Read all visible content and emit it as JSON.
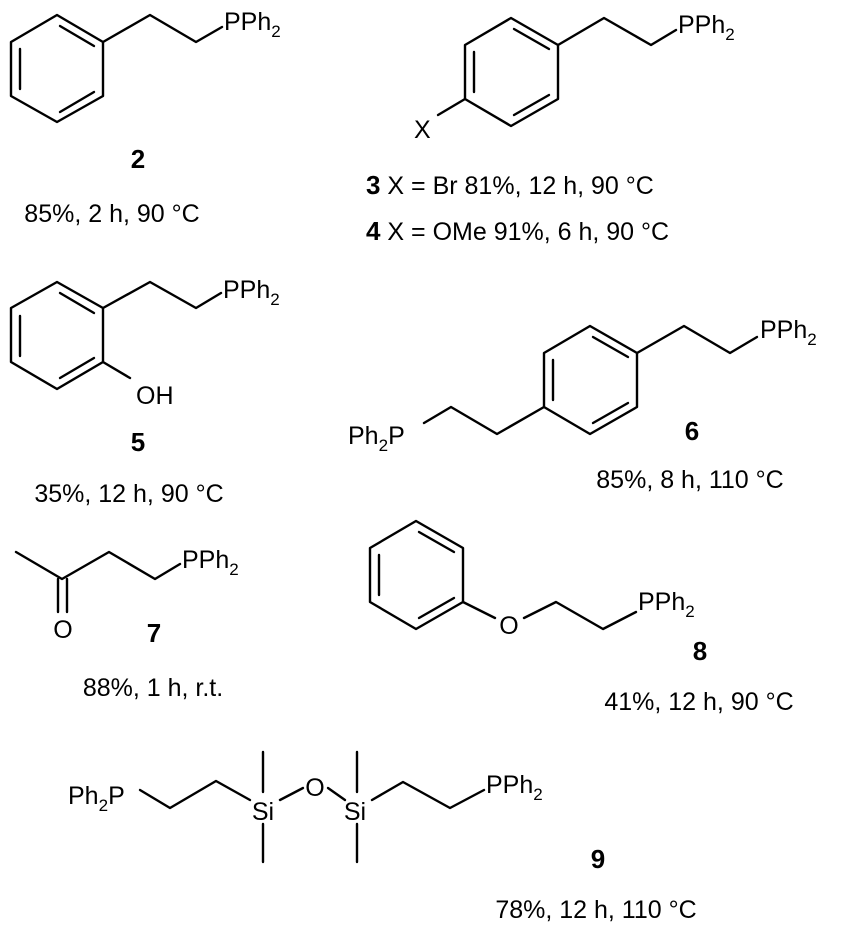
{
  "labels": {
    "pph2": "PPh",
    "ph2p_ph": "Ph",
    "ph2p_p": "P",
    "sub2": "2",
    "x": "X",
    "oh": "OH",
    "o": "O",
    "si": "Si"
  },
  "compounds": {
    "c2": {
      "number": "2",
      "conditions": "85%, 2 h, 90 °C"
    },
    "c3": {
      "number": "3",
      "conditions": " X = Br 81%, 12 h, 90 °C"
    },
    "c4": {
      "number": "4",
      "conditions": " X = OMe 91%, 6 h, 90 °C"
    },
    "c5": {
      "number": "5",
      "conditions": "35%, 12 h, 90 °C"
    },
    "c6": {
      "number": "6",
      "conditions": "85%, 8 h, 110 °C"
    },
    "c7": {
      "number": "7",
      "conditions": "88%, 1 h, r.t."
    },
    "c8": {
      "number": "8",
      "conditions": "41%, 12 h, 90 °C"
    },
    "c9": {
      "number": "9",
      "conditions": "78%, 12 h, 110 °C"
    }
  }
}
